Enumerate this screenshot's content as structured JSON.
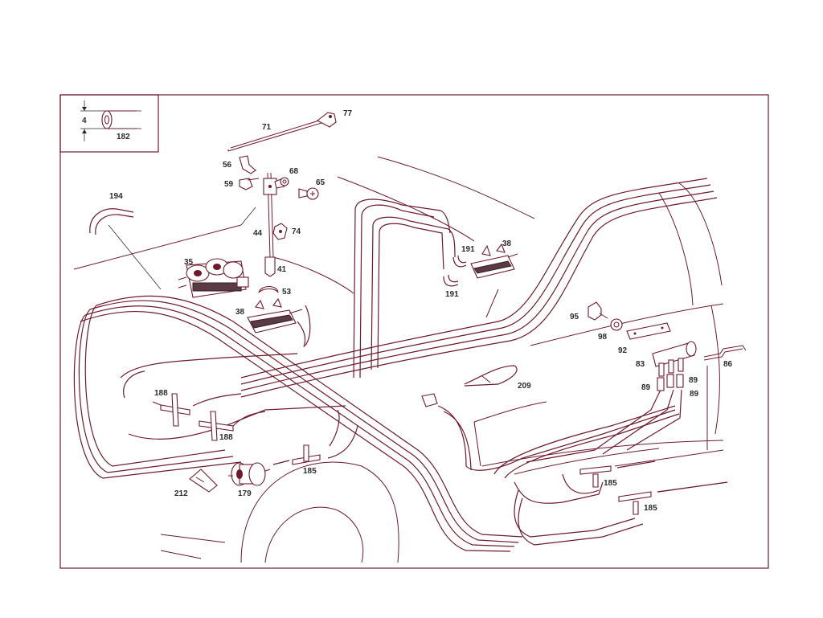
{
  "diagram": {
    "legend": {
      "dimension_value": "4",
      "part_number": "182"
    },
    "callouts": [
      {
        "id": "77",
        "text": "77"
      },
      {
        "id": "71",
        "text": "71"
      },
      {
        "id": "56",
        "text": "56"
      },
      {
        "id": "68",
        "text": "68"
      },
      {
        "id": "65",
        "text": "65"
      },
      {
        "id": "59",
        "text": "59"
      },
      {
        "id": "194",
        "text": "194"
      },
      {
        "id": "44",
        "text": "44"
      },
      {
        "id": "74",
        "text": "74"
      },
      {
        "id": "35",
        "text": "35"
      },
      {
        "id": "41",
        "text": "41"
      },
      {
        "id": "53",
        "text": "53"
      },
      {
        "id": "38a",
        "text": "38"
      },
      {
        "id": "191a",
        "text": "191"
      },
      {
        "id": "38b",
        "text": "38"
      },
      {
        "id": "191b",
        "text": "191"
      },
      {
        "id": "95",
        "text": "95"
      },
      {
        "id": "98",
        "text": "98"
      },
      {
        "id": "92",
        "text": "92"
      },
      {
        "id": "83",
        "text": "83"
      },
      {
        "id": "86",
        "text": "86"
      },
      {
        "id": "89a",
        "text": "89"
      },
      {
        "id": "89b",
        "text": "89"
      },
      {
        "id": "89c",
        "text": "89"
      },
      {
        "id": "209",
        "text": "209"
      },
      {
        "id": "188a",
        "text": "188"
      },
      {
        "id": "188b",
        "text": "188"
      },
      {
        "id": "212",
        "text": "212"
      },
      {
        "id": "179",
        "text": "179"
      },
      {
        "id": "185a",
        "text": "185"
      },
      {
        "id": "185b",
        "text": "185"
      },
      {
        "id": "185c",
        "text": "185"
      }
    ],
    "colors": {
      "line": "#6e1a2c",
      "text": "#2a2a2a",
      "background": "#ffffff"
    }
  }
}
